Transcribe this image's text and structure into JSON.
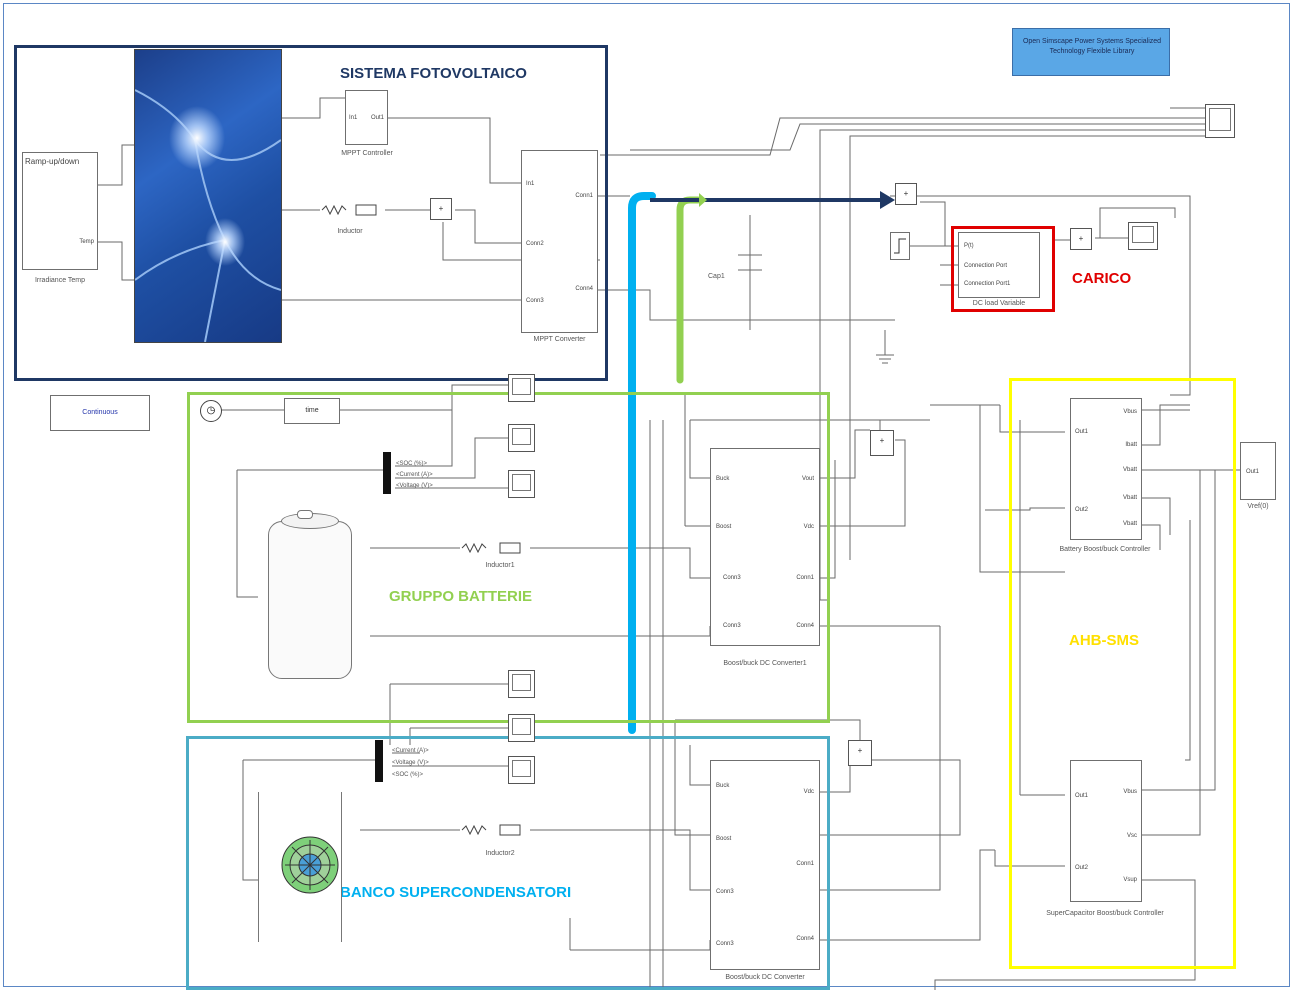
{
  "sections": {
    "pv": "SISTEMA FOTOVOLTAICO",
    "battery": "GRUPPO BATTERIE",
    "supercap": "BANCO SUPERCONDENSATORI",
    "load": "CARICO",
    "sms": "AHB-SMS"
  },
  "colors": {
    "pv_box": "#1f3864",
    "battery_box": "#92d050",
    "supercap_box": "#4bacc6",
    "load_box": "#e00000",
    "sms_box": "#ffff00",
    "blue_wire": "#00b0f0",
    "green_wire": "#92d050",
    "navy_wire": "#1f3864"
  },
  "blocks": {
    "info_block": "Open Simscape Power Systems Specialized Technology Flexible Library",
    "continuous": "Continuous",
    "ramp_title": "Ramp-up/down",
    "irradiance_temp": "Irradiance Temp",
    "temp_port": "Temp",
    "mppt_controller": "MPPT Controller",
    "mppt_converter": "MPPT Converter",
    "inductor": "Inductor",
    "inductor1": "Inductor1",
    "inductor2": "Inductor2",
    "cap": "Cap1",
    "dc_load": "DC load Variable",
    "time_label": "time",
    "bus_battery": [
      "<SOC (%)>",
      "<Current (A)>",
      "<Voltage (V)>"
    ],
    "bus_supercap": [
      "<Current (A)>",
      "<Voltage (V)>",
      "<SOC (%)>"
    ],
    "converter1": "Boost/buck DC Converter1",
    "converter2": "Boost/buck DC Converter",
    "battery_controller": "Battery Boost/buck Controller",
    "supercap_controller": "SuperCapacitor Boost/buck Controller",
    "vref": "Vref(0)",
    "out1": "Out1"
  },
  "ports": {
    "in1": "In1",
    "out1": "Out1",
    "conn1": "Conn1",
    "conn2": "Conn2",
    "conn3": "Conn3",
    "conn4": "Conn4",
    "buck": "Buck",
    "boost": "Boost",
    "vout": "Vout",
    "vdc": "Vdc",
    "pin": "P(t)",
    "cp1": "Connection Port",
    "cp2": "Connection Port1",
    "out2": "Out2",
    "vbus": "Vbus",
    "ibatt": "Ibatt",
    "vbatt": "Vbatt",
    "vsc": "Vsc",
    "vsup": "Vsup"
  }
}
